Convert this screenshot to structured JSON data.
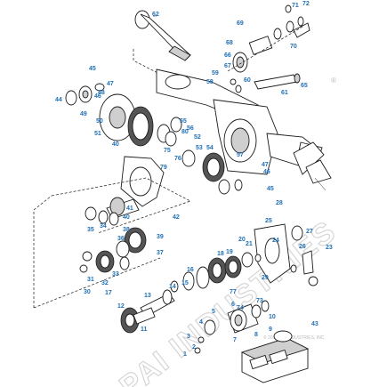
{
  "diagram": {
    "watermark": "PAI INDUSTRIES",
    "copyright": "© 2016 PAI INDUSTRIES, INC.",
    "registered_mark": "®",
    "callouts": [
      "62",
      "71",
      "72",
      "69",
      "68",
      "66",
      "67",
      "70",
      "59",
      "58",
      "60",
      "65",
      "61",
      "45",
      "47",
      "48",
      "44",
      "46",
      "49",
      "50",
      "51",
      "55",
      "56",
      "52",
      "53",
      "54",
      "75",
      "76",
      "80",
      "79",
      "40",
      "57",
      "47",
      "41",
      "46",
      "45",
      "35",
      "34",
      "38",
      "39",
      "36",
      "37",
      "33",
      "32",
      "31",
      "30",
      "42",
      "40",
      "28",
      "25",
      "27",
      "24",
      "23",
      "26",
      "21",
      "20",
      "19",
      "18",
      "17",
      "16",
      "15",
      "14",
      "13",
      "12",
      "11",
      "10",
      "9",
      "8",
      "7",
      "6",
      "5",
      "4",
      "3",
      "2",
      "1",
      "43",
      "29",
      "77",
      "73",
      "74"
    ]
  }
}
